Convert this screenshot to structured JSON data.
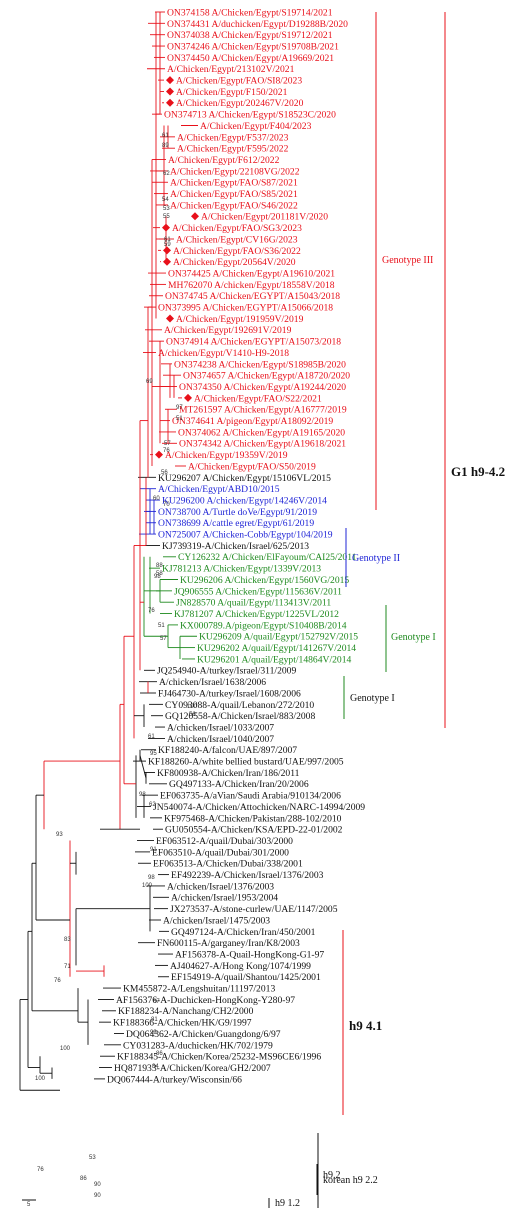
{
  "colors": {
    "red": "#e8101a",
    "blue": "#1f24d6",
    "green": "#1f8a1f",
    "black": "#111111",
    "marker": "#e8101a"
  },
  "marker_icon": "red-diamond-icon",
  "leaves": [
    {
      "label": "ON374158 A/Chicken/Egypt/S19714/2021",
      "c": "red"
    },
    {
      "label": "ON374431 A/duchicken/Egypt/D19288B/2020",
      "c": "red"
    },
    {
      "label": "ON374038 A/Chicken/Egypt/S19712/2021",
      "c": "red"
    },
    {
      "label": "ON374246 A/Chicken/Egypt/S19708B/2021",
      "c": "red"
    },
    {
      "label": "ON374450 A/Chicken/Egypt/A19669/2021",
      "c": "red"
    },
    {
      "label": "A/Chicken/Egypt/213102V/2021",
      "c": "red"
    },
    {
      "label": "A/Chicken/Egypt/FAO/SI8/2023",
      "c": "red",
      "m": true
    },
    {
      "label": "A/Chicken/Egypt/F150/2021",
      "c": "red",
      "m": true
    },
    {
      "label": "A/Chicken/Egypt/202467V/2020",
      "c": "red",
      "m": true
    },
    {
      "label": "ON374713 A/Chicken/Egypt/S18523C/2020",
      "c": "red"
    },
    {
      "label": "A/Chicken/Egypt/F404/2023",
      "c": "red"
    },
    {
      "label": "A/Chicken/Egypt/F537/2023",
      "c": "red"
    },
    {
      "label": "A/Chicken/Egypt/F595/2022",
      "c": "red"
    },
    {
      "label": "A/Chicken/Egypt/F612/2022",
      "c": "red"
    },
    {
      "label": "A/Chicken/Egypt/22108VG/2022",
      "c": "red"
    },
    {
      "label": "A/Chicken/Egypt/FAO/S87/2021",
      "c": "red"
    },
    {
      "label": "A/Chicken/Egypt/FAO/S85/2021",
      "c": "red"
    },
    {
      "label": "A/Chicken/Egypt/FAO/S46/2022",
      "c": "red"
    },
    {
      "label": "A/Chicken/Egypt/201181V/2020",
      "c": "red",
      "m": true
    },
    {
      "label": "A/Chicken/Egypt/FAO/SG3/2023",
      "c": "red",
      "m": true
    },
    {
      "label": "A/Chicken/Egypt/CV16G/2023",
      "c": "red"
    },
    {
      "label": "A/Chicken/Egypt/FAO/S36/2022",
      "c": "red",
      "m": true
    },
    {
      "label": "A/Chicken/Egypt/20564V/2020",
      "c": "red",
      "m": true
    },
    {
      "label": "ON374425 A/Chicken/Egypt/A19610/2021",
      "c": "red"
    },
    {
      "label": "MH762070 A/chicken/Egypt/18558V/2018",
      "c": "red"
    },
    {
      "label": "ON374745 A/Chicken/EGYPT/A15043/2018",
      "c": "red"
    },
    {
      "label": "ON373995 A/Chicken/EGYPT/A15066/2018",
      "c": "red"
    },
    {
      "label": "A/Chicken/Egypt/191959V/2019",
      "c": "red",
      "m": true
    },
    {
      "label": "A/Chicken/Egypt/192691V/2019",
      "c": "red"
    },
    {
      "label": "ON374914 A/Chicken/EGYPT/A15073/2018",
      "c": "red"
    },
    {
      "label": "A/chicken/Egypt/V1410-H9-2018",
      "c": "red"
    },
    {
      "label": "ON374238 A/Chicken/Egypt/S18985B/2020",
      "c": "red"
    },
    {
      "label": "ON374657 A/Chicken/Egypt/A18720/2020",
      "c": "red"
    },
    {
      "label": "ON374350 A/Chicken/Egypt/A19244/2020",
      "c": "red"
    },
    {
      "label": "A/Chicken/Egypt/FAO/S22/2021",
      "c": "red",
      "m": true
    },
    {
      "label": "MT261597 A/Chicken/Egypt/A16777/2019",
      "c": "red"
    },
    {
      "label": "ON374641 A/pigeon/Egypt/A18092/2019",
      "c": "red"
    },
    {
      "label": "ON374062 A/Chicken/Egypt/A19165/2020",
      "c": "red"
    },
    {
      "label": "ON374342 A/Chicken/Egypt/A19618/2021",
      "c": "red"
    },
    {
      "label": "A/Chicken/Egypt/19359V/2019",
      "c": "red",
      "m": true
    },
    {
      "label": "A/Chicken/Egypt/FAO/S50/2019",
      "c": "red"
    },
    {
      "label": "KU296207 A/Chicken/Egypt/15106VL/2015",
      "c": "black"
    },
    {
      "label": "A/Chicken/Egypt/ABD10/2015",
      "c": "blue"
    },
    {
      "label": "KU296200 A/chicken/Egypt/14246V/2014",
      "c": "blue"
    },
    {
      "label": "ON738700 A/Turtle doVe/Egypt/91/2019",
      "c": "blue"
    },
    {
      "label": "ON738699 A/cattle egret/Egypt/61/2019",
      "c": "blue"
    },
    {
      "label": "ON725007 A/Chicken-Cobb/Egypt/104/2019",
      "c": "blue"
    },
    {
      "label": "KJ739319-A/Chicken/Israel/625/2013",
      "c": "black"
    },
    {
      "label": "CY126232 A/Chicken/ElFayoum/CAI25/2011",
      "c": "green"
    },
    {
      "label": "KJ781213 A/Chicken/Egypt/1339V/2013",
      "c": "green"
    },
    {
      "label": "KU296206 A/Chicken/Egypt/1560VG/2015",
      "c": "green"
    },
    {
      "label": "JQ906555 A/Chicken/Egypt/115636V/2011",
      "c": "green"
    },
    {
      "label": "JN828570 A/quail/Egypt/113413V/2011",
      "c": "green"
    },
    {
      "label": "KJ781207 A/Chicken/Egypt/1225VL/2012",
      "c": "green"
    },
    {
      "label": "KX000789.A/pigeon/Egypt/S10408B/2014",
      "c": "green"
    },
    {
      "label": "KU296209 A/quail/Egypt/152792V/2015",
      "c": "green"
    },
    {
      "label": "KU296202 A/quail/Egypt/141267V/2014",
      "c": "green"
    },
    {
      "label": "KU296201 A/quail/Egypt/14864V/2014",
      "c": "green"
    },
    {
      "label": "JQ254940-A/turkey/Israel/311/2009",
      "c": "black"
    },
    {
      "label": "A/chicken/Israel/1638/2006",
      "c": "black"
    },
    {
      "label": "FJ464730-A/turkey/Israel/1608/2006",
      "c": "black"
    },
    {
      "label": "CY093088-A/quail/Lebanon/272/2010",
      "c": "black"
    },
    {
      "label": "GQ120558-A/Chicken/Israel/883/2008",
      "c": "black"
    },
    {
      "label": "A/chicken/Israel/1033/2007",
      "c": "black"
    },
    {
      "label": "A/chicken/Israel/1040/2007",
      "c": "black"
    },
    {
      "label": "KF188240-A/falcon/UAE/897/2007",
      "c": "black"
    },
    {
      "label": "KF188260-A/white bellied bustard/UAE/997/2005",
      "c": "black"
    },
    {
      "label": "KF800938-A/Chicken/Iran/186/2011",
      "c": "black"
    },
    {
      "label": "GQ497133-A/Chicken/Iran/20/2006",
      "c": "black"
    },
    {
      "label": "EF063735-A/aVian/Saudi Arabia/910134/2006",
      "c": "black"
    },
    {
      "label": "JN540074-A/Chicken/Attochicken/NARC-14994/2009",
      "c": "black"
    },
    {
      "label": "KF975468-A/Chicken/Pakistan/288-102/2010",
      "c": "black"
    },
    {
      "label": "GU050554-A/Chicken/KSA/EPD-22-01/2002",
      "c": "black"
    },
    {
      "label": "EF063512-A/quail/Dubai/303/2000",
      "c": "black"
    },
    {
      "label": "EF063510-A/quail/Dubai/301/2000",
      "c": "black"
    },
    {
      "label": "EF063513-A/Chicken/Dubai/338/2001",
      "c": "black"
    },
    {
      "label": "EF492239-A/Chicken/Israel/1376/2003",
      "c": "black"
    },
    {
      "label": "A/chicken/Israel/1376/2003",
      "c": "black"
    },
    {
      "label": "A/chicken/Israel/1953/2004",
      "c": "black"
    },
    {
      "label": "JX273537-A/stone-curlew/UAE/1147/2005",
      "c": "black"
    },
    {
      "label": "A/chicken/Israel/1475/2003",
      "c": "black"
    },
    {
      "label": "GQ497124-A/Chicken/Iran/450/2001",
      "c": "black"
    },
    {
      "label": "FN600115-A/garganey/Iran/K8/2003",
      "c": "black"
    },
    {
      "label": "AF156378-A-Quail-HongKong-G1-97",
      "c": "black"
    },
    {
      "label": "AJ404627-A/Hong Kong/1074/1999",
      "c": "black"
    },
    {
      "label": "EF154919-A/quail/Shantou/1425/2001",
      "c": "black"
    },
    {
      "label": "KM455872-A/Lengshuitan/11197/2013",
      "c": "black"
    },
    {
      "label": "AF156376-A-Duchicken-HongKong-Y280-97",
      "c": "black"
    },
    {
      "label": "KF188234-A/Nanchang/CH2/2000",
      "c": "black"
    },
    {
      "label": "KF188366-A/Chicken/HK/G9/1997",
      "c": "black"
    },
    {
      "label": "DQ064362-A/Chicken/Guangdong/6/97",
      "c": "black"
    },
    {
      "label": "CY031283-A/duchicken/HK/702/1979",
      "c": "black"
    },
    {
      "label": "KF188345-A/Chicken/Korea/25232-MS96CE6/1996",
      "c": "black"
    },
    {
      "label": "HQ871933-A/Chicken/Korea/GH2/2007",
      "c": "black"
    },
    {
      "label": "DQ067444-A/turkey/Wisconsin/66",
      "c": "black"
    }
  ],
  "bootstrap": [
    {
      "v": "61"
    },
    {
      "v": "89"
    },
    {
      "v": "62"
    },
    {
      "v": "54"
    },
    {
      "v": "53"
    },
    {
      "v": "55"
    },
    {
      "v": "61"
    },
    {
      "v": "59"
    },
    {
      "v": "69"
    },
    {
      "v": "97"
    },
    {
      "v": "51"
    },
    {
      "v": "57"
    },
    {
      "v": "76"
    },
    {
      "v": "56"
    },
    {
      "v": "70"
    },
    {
      "v": "60"
    },
    {
      "v": "98"
    },
    {
      "v": "88"
    },
    {
      "v": "58"
    },
    {
      "v": "76"
    },
    {
      "v": "51"
    },
    {
      "v": "57"
    },
    {
      "v": "100"
    },
    {
      "v": "56"
    },
    {
      "v": "61"
    },
    {
      "v": "95"
    },
    {
      "v": "98"
    },
    {
      "v": "62"
    },
    {
      "v": "91"
    },
    {
      "v": "98"
    },
    {
      "v": "100"
    },
    {
      "v": "93"
    },
    {
      "v": "83"
    },
    {
      "v": "71"
    },
    {
      "v": "76"
    },
    {
      "v": "67"
    },
    {
      "v": "81"
    },
    {
      "v": "99"
    },
    {
      "v": "86"
    },
    {
      "v": "84"
    },
    {
      "v": "100"
    },
    {
      "v": "100"
    },
    {
      "v": "53"
    },
    {
      "v": "86"
    },
    {
      "v": "90"
    },
    {
      "v": "90"
    },
    {
      "v": "76"
    }
  ],
  "clades": {
    "genotype_iii": "Genotype III",
    "genotype_ii": "Genotype II",
    "genotype_i_a": "Genotype I",
    "genotype_i_b": "Genotype I",
    "g1_h9_42": "G1 h9-4.2",
    "h9_41": "h9 4.1",
    "h9_2": "h9.2",
    "korean": "korean h9 2.2",
    "h9_12": "h9 1.2"
  },
  "scale_bar": "5"
}
